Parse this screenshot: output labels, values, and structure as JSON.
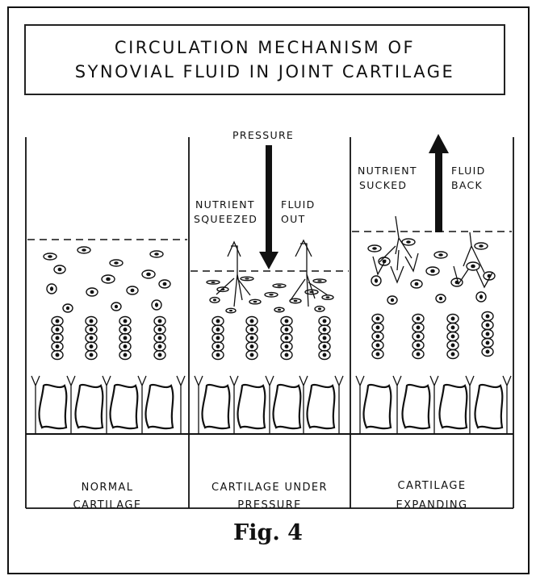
{
  "title": {
    "line1": "CIRCULATION MECHANISM OF",
    "line2": "SYNOVIAL FLUID IN JOINT CARTILAGE"
  },
  "panels": [
    {
      "caption_line1": "NORMAL",
      "caption_line2": "CARTILAGE"
    },
    {
      "pressure_label": "PRESSURE",
      "nutrient_label_line1": "NUTRIENT",
      "nutrient_label_line2": "SQUEEZED",
      "fluid_label_line1": "FLUID",
      "fluid_label_line2": "OUT",
      "caption_line1": "CARTILAGE UNDER",
      "caption_line2": "PRESSURE"
    },
    {
      "nutrient_label_line1": "NUTRIENT",
      "nutrient_label_line2": "SUCKED",
      "fluid_label_line1": "FLUID",
      "fluid_label_line2": "BACK",
      "caption_line1": "CARTILAGE",
      "caption_line2": "EXPANDING"
    }
  ],
  "figure_caption": "Fig. 4"
}
